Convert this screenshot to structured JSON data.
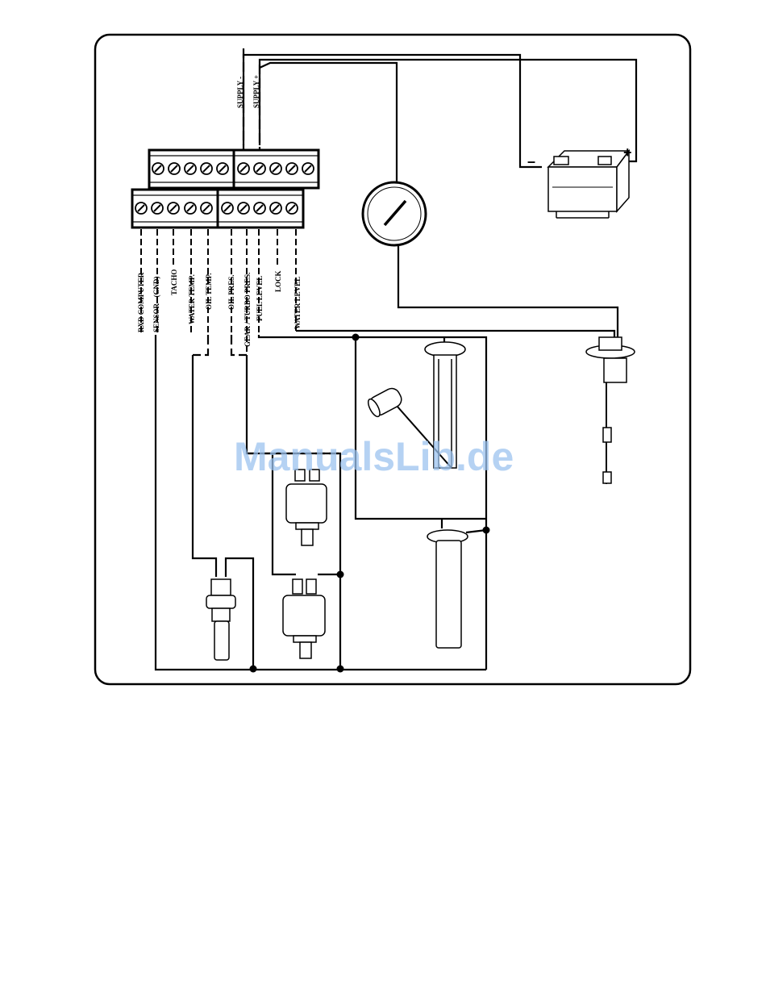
{
  "watermark": "ManualsLib.de",
  "supply_labels": {
    "supply_minus": "SUPPLY -",
    "supply_plus": "SUPPLY +"
  },
  "battery": {
    "minus_symbol": "–",
    "plus_symbol": "+"
  },
  "terminal_labels": [
    "RXD COMPUTER",
    "SENSOR - (GND)",
    "TACHO",
    "WATER TEMP.",
    "OIL TEMP.",
    "OIL PRES.",
    "GEAR / TURBO PRES.",
    "FUEL LEVEL",
    "LOCK",
    "WATER LEVEL"
  ],
  "icons": {
    "battery": "battery-icon",
    "gauge": "gauge-icon",
    "water_level_sensor": "water-level-sensor-icon",
    "fuel_level_sensor": "fuel-level-sensor-icon",
    "fuel_tube_sensor": "fuel-tube-sensor-icon",
    "pressure_sensor": "pressure-sensor-icon",
    "temperature_sensor": "temperature-sensor-icon"
  }
}
